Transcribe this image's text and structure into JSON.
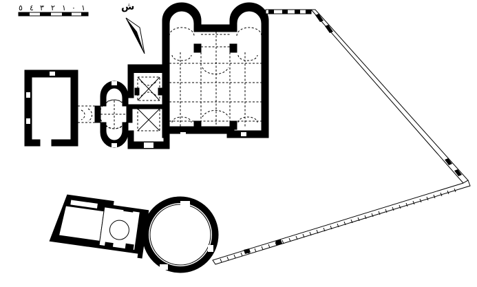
{
  "scale_bar": {
    "labels": [
      "٥",
      "٤",
      "٣",
      "٢",
      "١",
      "٠",
      "١"
    ]
  },
  "north_arrow": {
    "label": "ش"
  }
}
